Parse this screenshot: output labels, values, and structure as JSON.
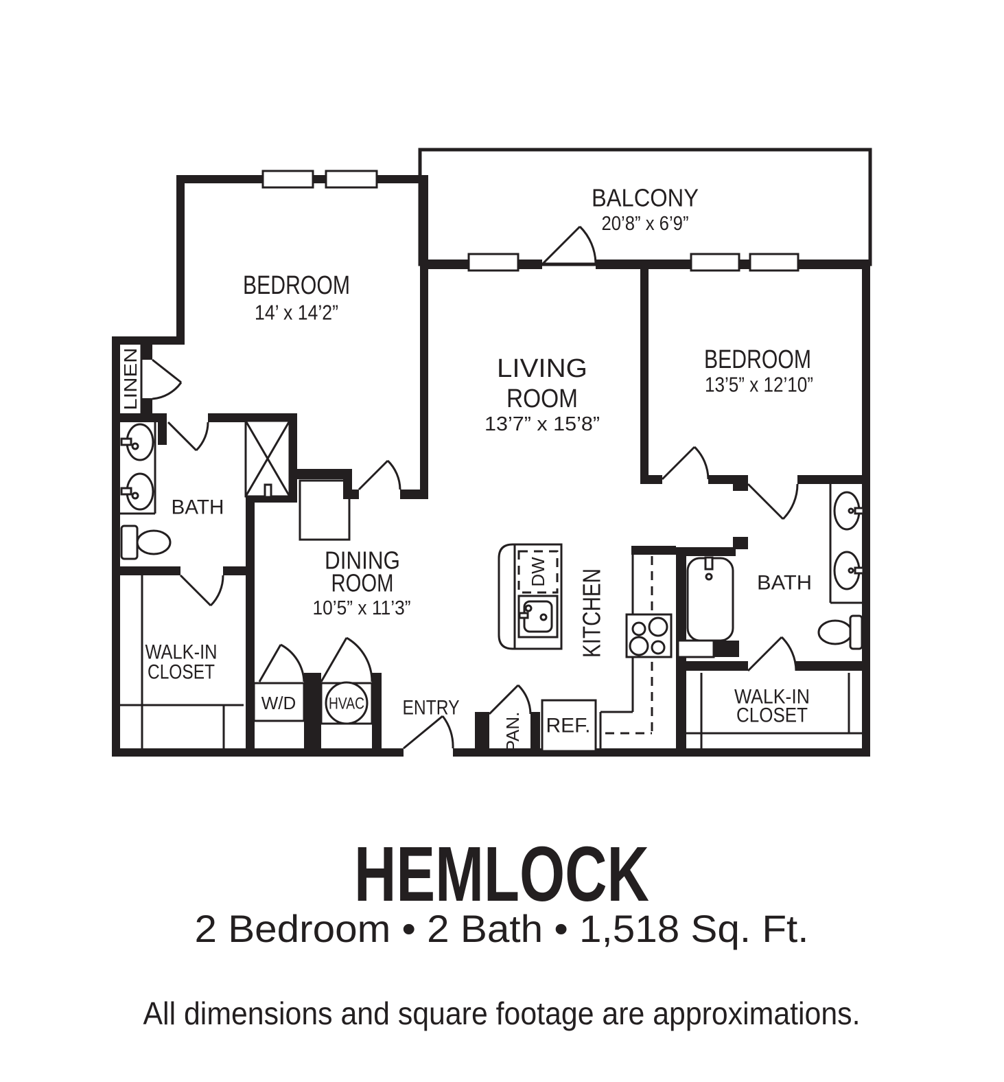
{
  "plan": {
    "rooms": {
      "balcony": {
        "name": "BALCONY",
        "dims": "20’8” x 6’9”"
      },
      "bedroom1": {
        "name": "BEDROOM",
        "dims": "14’ x 14’2”"
      },
      "bedroom2": {
        "name": "BEDROOM",
        "dims": "13’5” x 12’10”"
      },
      "living": {
        "line1": "LIVING",
        "line2": "ROOM",
        "dims": "13’7” x 15’8”"
      },
      "dining": {
        "line1": "DINING",
        "line2": "ROOM",
        "dims": "10’5” x 11’3”"
      },
      "kitchen": {
        "name": "KITCHEN"
      },
      "bath_left": {
        "name": "BATH"
      },
      "bath_right": {
        "name": "BATH"
      },
      "linen": {
        "name": "LINEN"
      },
      "walkin_left": {
        "line1": "WALK-IN",
        "line2": "CLOSET"
      },
      "walkin_right": {
        "line1": "WALK-IN",
        "line2": "CLOSET"
      },
      "entry": {
        "name": "ENTRY"
      }
    },
    "fixtures": {
      "washer_dryer": "W/D",
      "hvac": "HVAC",
      "pantry": "PAN.",
      "refrigerator": "REF.",
      "dishwasher": "DW"
    }
  },
  "title": {
    "name": "HEMLOCK",
    "specs": "2 Bedroom • 2 Bath • 1,518 Sq. Ft.",
    "disclaimer": "All dimensions and square footage are approximations."
  },
  "colors": {
    "ink": "#231f20",
    "background": "#ffffff"
  }
}
